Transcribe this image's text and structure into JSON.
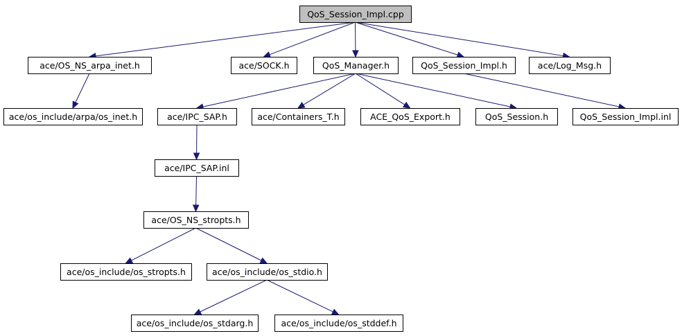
{
  "diagram": {
    "nodes": [
      {
        "id": "root",
        "label": "QoS_Session_Impl.cpp",
        "root": true
      },
      {
        "id": "arpa",
        "label": "ace/OS_NS_arpa_inet.h"
      },
      {
        "id": "sock",
        "label": "ace/SOCK.h"
      },
      {
        "id": "qosmgr",
        "label": "QoS_Manager.h"
      },
      {
        "id": "qsimplh",
        "label": "QoS_Session_Impl.h"
      },
      {
        "id": "logmsg",
        "label": "ace/Log_Msg.h"
      },
      {
        "id": "osinet",
        "label": "ace/os_include/arpa/os_inet.h"
      },
      {
        "id": "ipcsap",
        "label": "ace/IPC_SAP.h"
      },
      {
        "id": "containers",
        "label": "ace/Containers_T.h"
      },
      {
        "id": "qosexport",
        "label": "ACE_QoS_Export.h"
      },
      {
        "id": "qossession",
        "label": "QoS_Session.h"
      },
      {
        "id": "qsimplinl",
        "label": "QoS_Session_Impl.inl"
      },
      {
        "id": "ipcsapinl",
        "label": "ace/IPC_SAP.inl"
      },
      {
        "id": "stropts",
        "label": "ace/OS_NS_stropts.h"
      },
      {
        "id": "osstropts",
        "label": "ace/os_include/os_stropts.h"
      },
      {
        "id": "osstdio",
        "label": "ace/os_include/os_stdio.h"
      },
      {
        "id": "osstdarg",
        "label": "ace/os_include/os_stdarg.h"
      },
      {
        "id": "osstddef",
        "label": "ace/os_include/os_stddef.h"
      }
    ],
    "edges": [
      [
        "root",
        "arpa"
      ],
      [
        "root",
        "sock"
      ],
      [
        "root",
        "qosmgr"
      ],
      [
        "root",
        "qsimplh"
      ],
      [
        "root",
        "logmsg"
      ],
      [
        "arpa",
        "osinet"
      ],
      [
        "qosmgr",
        "ipcsap"
      ],
      [
        "qosmgr",
        "containers"
      ],
      [
        "qosmgr",
        "qosexport"
      ],
      [
        "qosmgr",
        "qossession"
      ],
      [
        "qsimplh",
        "qsimplinl"
      ],
      [
        "ipcsap",
        "ipcsapinl"
      ],
      [
        "ipcsapinl",
        "stropts"
      ],
      [
        "stropts",
        "osstropts"
      ],
      [
        "stropts",
        "osstdio"
      ],
      [
        "osstdio",
        "osstdarg"
      ],
      [
        "osstdio",
        "osstddef"
      ]
    ],
    "colors": {
      "edge": "#191970",
      "root_fill": "#bfbfbf",
      "node_fill": "#ffffff",
      "border": "#000000"
    }
  }
}
